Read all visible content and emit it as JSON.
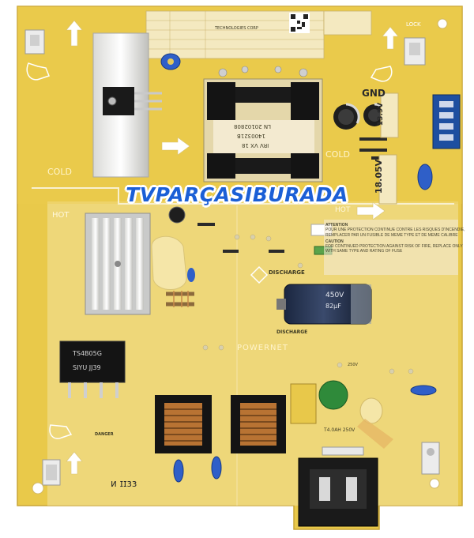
{
  "board": {
    "gnd_label": "GND",
    "cold_left": "COLD",
    "cold_right": "COLD",
    "hot_left": "HOT",
    "hot_right": "HOT",
    "lock_label": "LOCK",
    "voltage_main": "18.05V",
    "voltage_small": "13.9V",
    "discharge_1": "DISCHARGE",
    "discharge_2": "DISCHARGE",
    "danger": "DANGER",
    "brand": "POWERNET",
    "fuse_rating": "T4.0AH 250V",
    "bridge_rectifier": "TS4B05G",
    "bridge_rectifier_code": "SIYU JJ39",
    "transformer_code_1": "LN 20102808",
    "transformer_code_2": "1400321B",
    "transformer_code_3": "IRV VX 18",
    "capacitor_voltage": "450V",
    "capacitor_uf": "82μF",
    "cap_small": "250V",
    "caution_title": "ATTENTION",
    "caution_fr": "POUR UNE PROTECTION CONTINUE CONTRE LES RISQUES D'INCENDIE, REMPLACER PAR UN FUSIBLE DE MEME TYPE ET DE MEME CALIBRE",
    "caution_title_2": "CAUTION",
    "caution_en": "FOR CONTINUED PROTECTION AGAINST RISK OF FIRE, REPLACE ONLY WITH SAME TYPE AND RATING OF FUSE",
    "manufacturer": "TECHNOLOGIES CORP",
    "bottom_mark": "ᴎ ɪɪɜɜ"
  },
  "watermark": {
    "text": "TVPARÇASIBURADA"
  },
  "colors": {
    "pcb_yellow": "#e9c94a",
    "pcb_cream": "#f4e9b8",
    "watermark_blue": "#1b5fd6",
    "silkscreen": "#3d3a22"
  }
}
